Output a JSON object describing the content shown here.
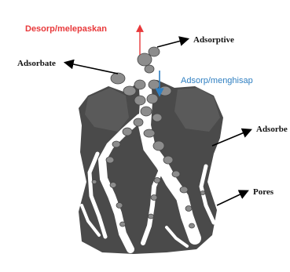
{
  "labels": {
    "desorp": "Desorp/melepaskan",
    "adsorptive": "Adsorptive",
    "adsorbate": "Adsorbate",
    "adsorp": "Adsorp/menghisap",
    "adsorbent": "Adsorbe",
    "pores": "Pores"
  },
  "colors": {
    "desorp": "#e8383a",
    "adsorp": "#2f7fc1",
    "solid": "#4a4a4a",
    "solid_light": "#6e6e6e",
    "particle": "#8c8c8c",
    "pore": "#ffffff",
    "arrow": "#000000"
  }
}
